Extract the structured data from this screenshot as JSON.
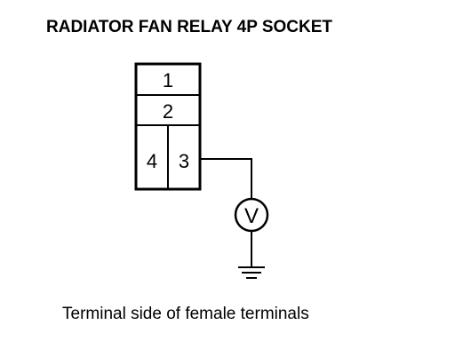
{
  "title": "RADIATOR FAN RELAY 4P SOCKET",
  "caption": "Terminal side of female terminals",
  "socket": {
    "terminal_1": "1",
    "terminal_2": "2",
    "terminal_3": "3",
    "terminal_4": "4"
  },
  "meter": {
    "symbol": "V"
  }
}
